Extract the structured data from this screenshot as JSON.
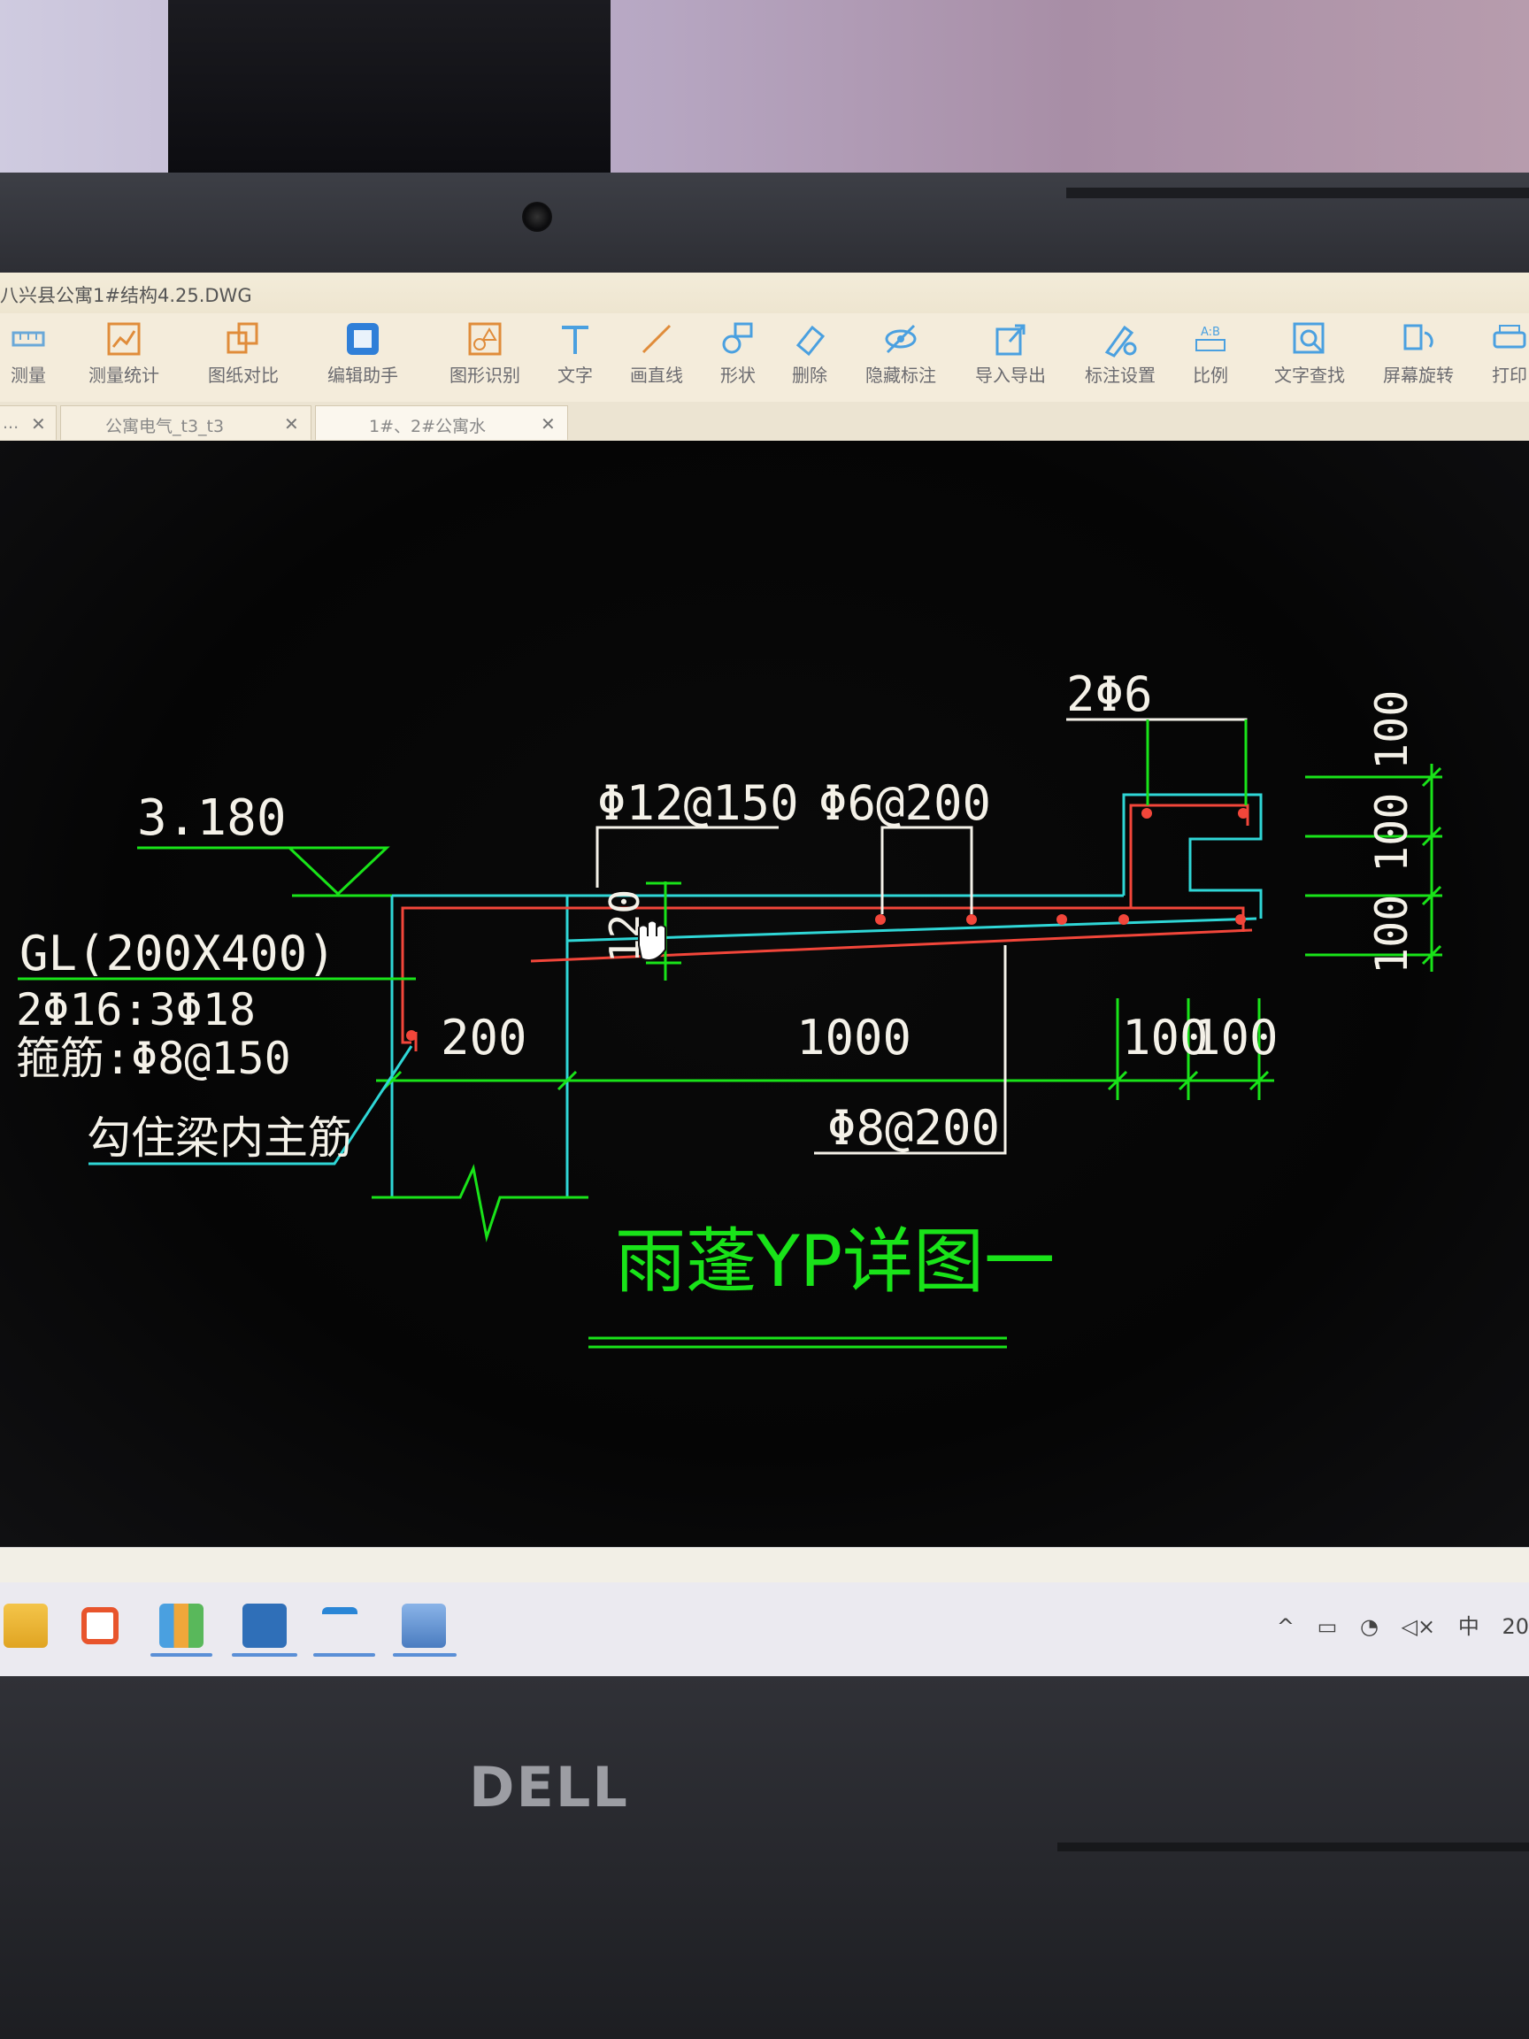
{
  "window": {
    "title": "八兴县公寓1#结构4.25.DWG"
  },
  "toolbar": {
    "items": [
      {
        "label": "测量",
        "icon": "measure-icon"
      },
      {
        "label": "测量统计",
        "icon": "measure-stats-icon"
      },
      {
        "label": "图纸对比",
        "icon": "compare-icon"
      },
      {
        "label": "编辑助手",
        "icon": "edit-assistant-icon"
      },
      {
        "label": "图形识别",
        "icon": "shape-recognition-icon"
      },
      {
        "label": "文字",
        "icon": "text-icon"
      },
      {
        "label": "画直线",
        "icon": "line-icon"
      },
      {
        "label": "形状",
        "icon": "shape-icon"
      },
      {
        "label": "删除",
        "icon": "eraser-icon"
      },
      {
        "label": "隐藏标注",
        "icon": "hide-icon"
      },
      {
        "label": "导入导出",
        "icon": "import-export-icon"
      },
      {
        "label": "标注设置",
        "icon": "annotation-settings-icon"
      },
      {
        "label": "比例",
        "icon": "scale-icon"
      },
      {
        "label": "文字查找",
        "icon": "text-search-icon"
      },
      {
        "label": "屏幕旋转",
        "icon": "rotate-icon"
      },
      {
        "label": "打印",
        "icon": "print-icon"
      }
    ]
  },
  "tabs": [
    {
      "label": "...",
      "close": "✕"
    },
    {
      "label": "公寓电气_t3_t3",
      "close": "✕"
    },
    {
      "label": "1#、2#公寓水",
      "close": "✕"
    }
  ],
  "drawing": {
    "title": "雨蓬YP详图一",
    "elevation": "3.180",
    "beam_label": "GL(200X400)",
    "beam_rebar": "2Φ16:3Φ18",
    "stirrup": "箍筋:Φ8@150",
    "hook_note": "勾住梁内主筋",
    "top_rebar_a": "Φ12@150",
    "top_rebar_b": "Φ6@200",
    "bottom_rebar": "Φ8@200",
    "upstand_rebar": "2Φ6",
    "dim_200": "200",
    "dim_1000": "1000",
    "dim_100_a": "100",
    "dim_100_b": "100",
    "dim_120": "120",
    "dim_v_100_1": "100",
    "dim_v_100_2": "100",
    "dim_v_100_3": "100"
  },
  "taskbar": {
    "apps": [
      "file-explorer-icon",
      "office-icon",
      "books-icon",
      "cad-icon",
      "text-app-icon",
      "image-app-icon"
    ],
    "tray": {
      "ime": "中",
      "clock": "20"
    }
  },
  "hardware": {
    "brand": "DELL"
  },
  "colors": {
    "cyan": "#2fd6d6",
    "green": "#19e319",
    "red": "#f2463a",
    "white": "#f4f1e8",
    "toolbar_bg": "#f4ecdb"
  }
}
